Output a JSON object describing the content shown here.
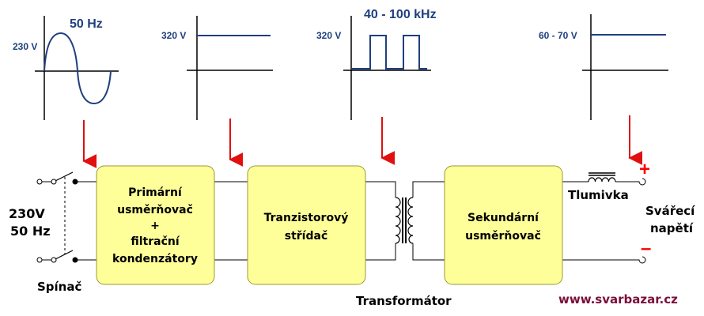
{
  "waveforms": {
    "w1": {
      "amplitude": "230 V",
      "frequency": "50 Hz"
    },
    "w2": {
      "amplitude": "320 V"
    },
    "w3": {
      "amplitude": "320 V",
      "frequency": "40 - 100 kHz"
    },
    "w4": {
      "amplitude": "60 - 70 V"
    }
  },
  "blocks": {
    "primary": {
      "lines": [
        "Primární",
        "usměrňovač",
        "+",
        "filtrační",
        "kondenzátory"
      ]
    },
    "inverter": {
      "lines": [
        "Tranzistorový",
        "střídač"
      ]
    },
    "secondary": {
      "lines": [
        "Sekundární",
        "usměrňovač"
      ]
    }
  },
  "labels": {
    "input_voltage": "230V",
    "input_frequency": "50 Hz",
    "switch": "Spínač",
    "transformer": "Transformátor",
    "choke": "Tlumivka",
    "output_line1": "Svářecí",
    "output_line2": "napětí",
    "plus": "+",
    "minus": "–",
    "website": "www.svarbazar.cz"
  },
  "colors": {
    "block_fill": "#ffff99",
    "block_stroke": "#999933",
    "wave_color": "#1f3f7f",
    "arrow_red": "#e01010",
    "polarity_red": "#ff0000",
    "website_color": "#7a0e3a",
    "wire": "#000000"
  }
}
